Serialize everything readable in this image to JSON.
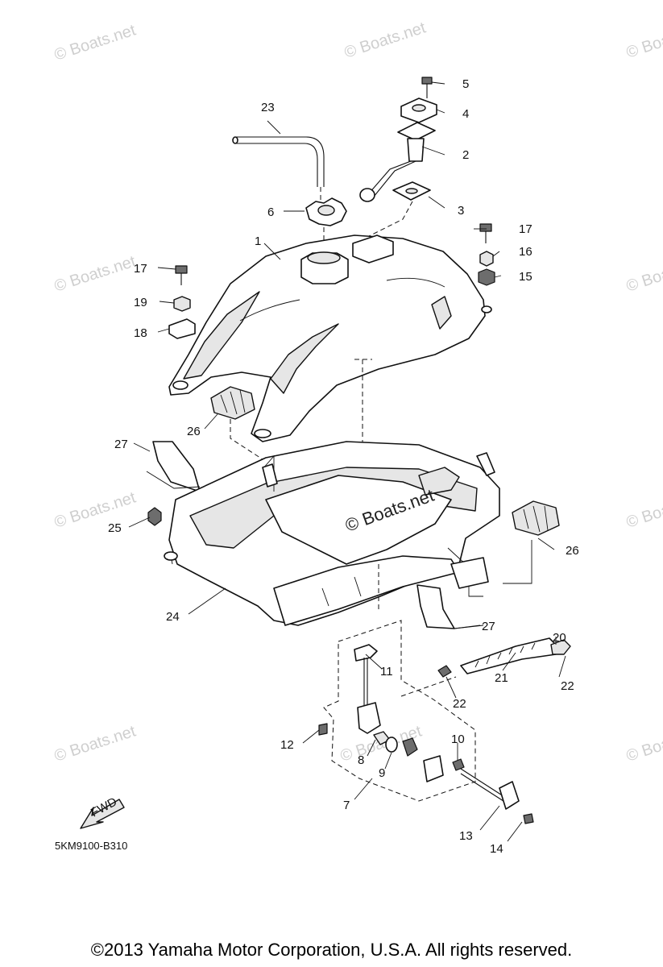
{
  "watermark": "© Boats.net",
  "center_watermark": "© Boats.net",
  "diagram_code": "5KM9100-B310",
  "fwd_label": "FWD",
  "copyright": "©2013 Yamaha Motor Corporation, U.S.A. All rights reserved.",
  "callouts": {
    "c1": "1",
    "c2": "2",
    "c3": "3",
    "c4": "4",
    "c5": "5",
    "c6": "6",
    "c7": "7",
    "c8": "8",
    "c9": "9",
    "c10": "10",
    "c11": "11",
    "c12": "12",
    "c13": "13",
    "c14": "14",
    "c15": "15",
    "c16": "16",
    "c17a": "17",
    "c17b": "17",
    "c18": "18",
    "c19": "19",
    "c20": "20",
    "c21": "21",
    "c22a": "22",
    "c22b": "22",
    "c23": "23",
    "c24": "24",
    "c25": "25",
    "c26a": "26",
    "c26b": "26",
    "c27a": "27",
    "c27b": "27"
  }
}
